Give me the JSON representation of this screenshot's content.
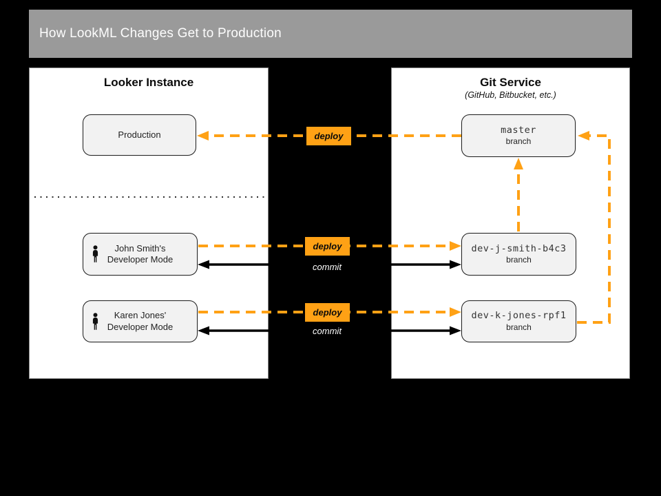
{
  "header": {
    "title": "How LookML Changes Get to Production"
  },
  "colors": {
    "background": "#000000",
    "header_gray": "#9A9A9A",
    "orange": "#FFA115",
    "box_fill": "#F2F2F2",
    "box_border": "#1A1A1A",
    "panel_white": "#FFFFFF",
    "commit_text": "#FFFFFF"
  },
  "looker_panel": {
    "title": "Looker Instance",
    "production_node": {
      "label": "Production"
    },
    "dev_nodes": [
      {
        "line1": "John Smith's",
        "line2": "Developer Mode",
        "icon": "person-icon"
      },
      {
        "line1": "Karen Jones'",
        "line2": "Developer Mode",
        "icon": "person-icon"
      }
    ]
  },
  "git_panel": {
    "title": "Git Service",
    "subtitle": "(GitHub, Bitbucket, etc.)",
    "branch_nodes": [
      {
        "name": "master",
        "sublabel": "branch"
      },
      {
        "name": "dev-j-smith-b4c3",
        "sublabel": "branch"
      },
      {
        "name": "dev-k-jones-rpf1",
        "sublabel": "branch"
      }
    ]
  },
  "arrow_labels": {
    "deploy": "deploy",
    "commit": "commit"
  }
}
